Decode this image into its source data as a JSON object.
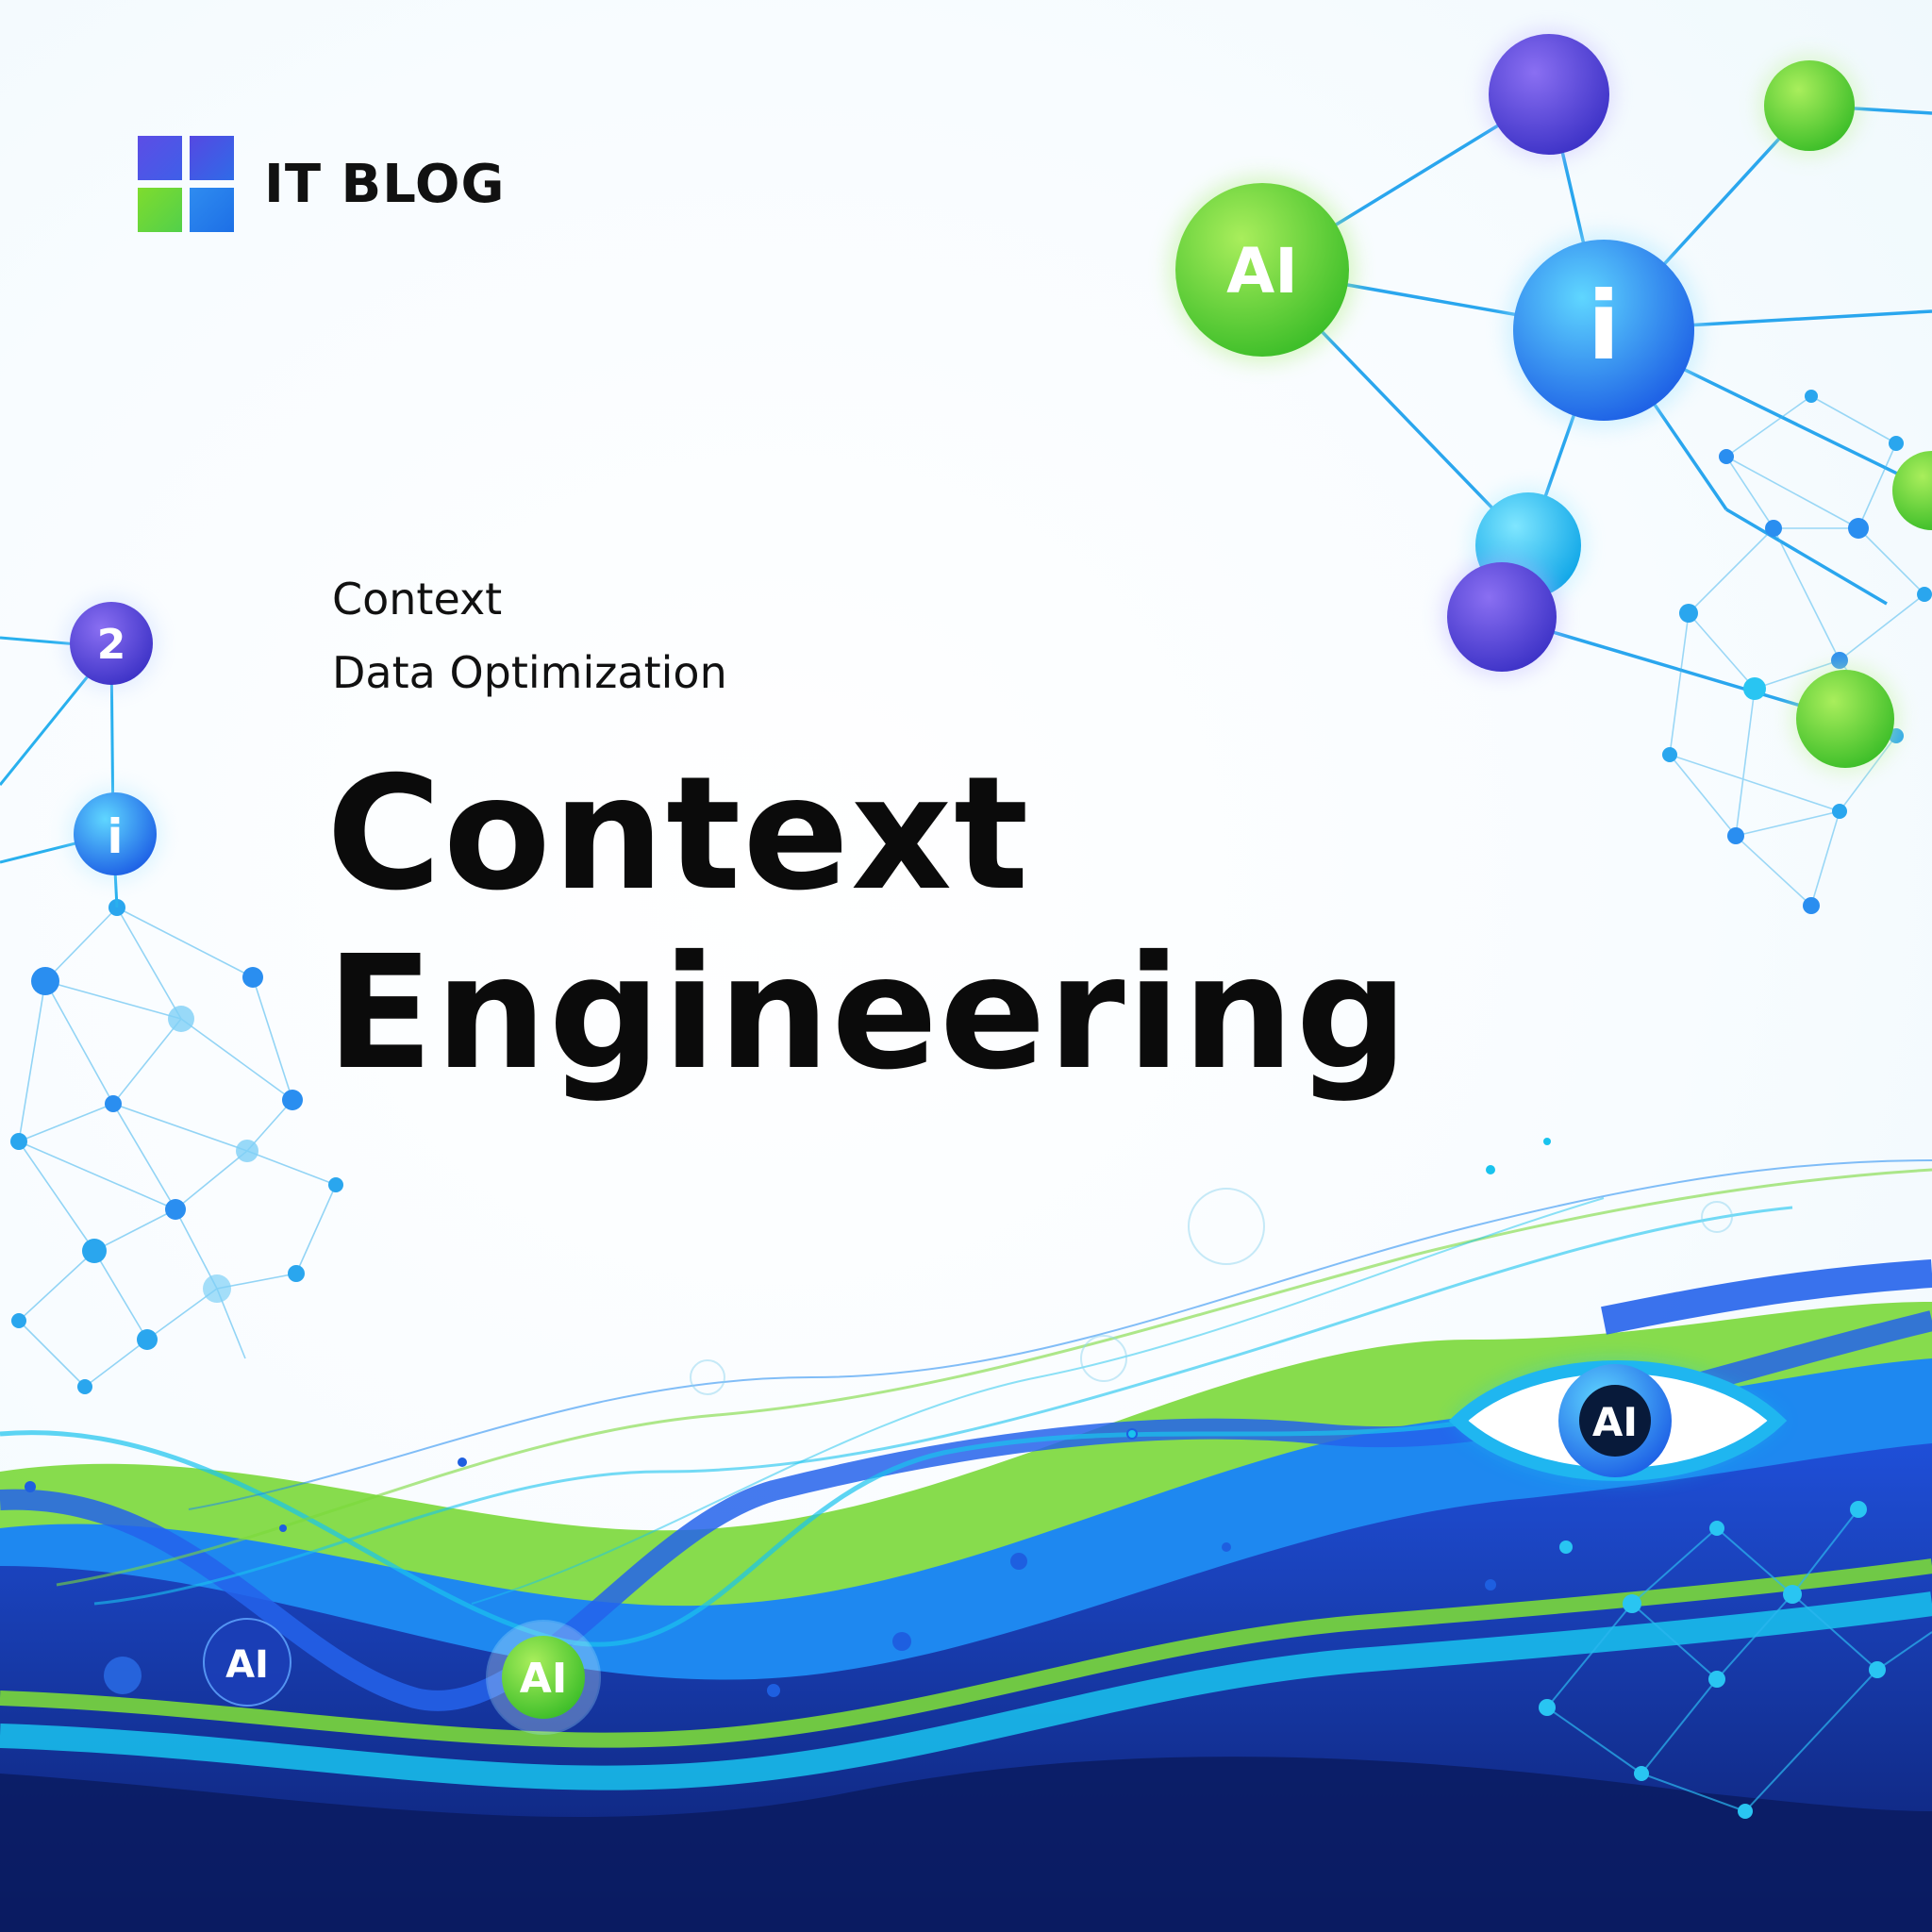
{
  "logo": {
    "text": "IT BLOG",
    "colors": [
      "#5c4de6",
      "#2f6be8",
      "#7fdc2e",
      "#1d6fe6"
    ]
  },
  "subtitle": {
    "line1": "Context",
    "line2": "Data Optimization"
  },
  "title": {
    "line1": "Context",
    "line2": "Engineering"
  },
  "nodes": {
    "ai_top": "AI",
    "info_top": "i",
    "number_left": "2",
    "info_left": "i",
    "ai_bottom_left": "AI",
    "ai_bottom_green": "AI",
    "ai_eye": "AI"
  },
  "colors": {
    "green": "#6fd63a",
    "blue": "#1e88f0",
    "cyan": "#19c3ee",
    "purple": "#5b42e0",
    "navy": "#0f2a8a",
    "text": "#111111"
  }
}
